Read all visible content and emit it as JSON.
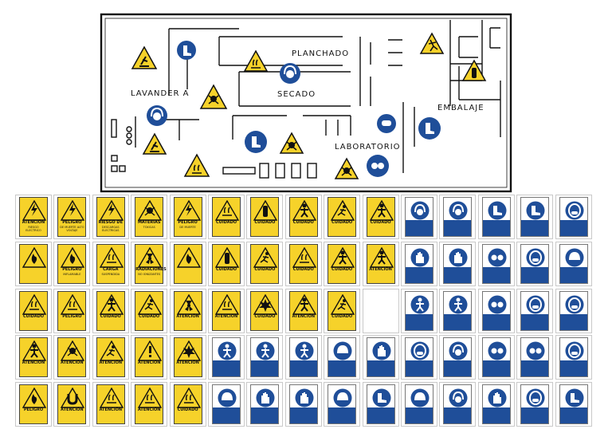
{
  "floor_plan": {
    "rooms": {
      "lavanderia": "LAVANDER A",
      "planchado": "PLANCHADO",
      "secado": "SECADO",
      "embalaje": "EMBALAJE",
      "laboratorio": "LABORATORIO"
    },
    "signs": [
      {
        "kind": "warning",
        "icon": "slippery-floor-icon"
      },
      {
        "kind": "mandatory",
        "icon": "safety-boots-icon"
      },
      {
        "kind": "warning",
        "icon": "hot-surface-icon"
      },
      {
        "kind": "mandatory",
        "icon": "ear-protection-icon"
      },
      {
        "kind": "warning",
        "icon": "toxic-icon"
      },
      {
        "kind": "warning",
        "icon": "falling-person-icon"
      },
      {
        "kind": "warning",
        "icon": "gas-cylinder-icon"
      },
      {
        "kind": "mandatory",
        "icon": "ear-protection-icon"
      },
      {
        "kind": "warning",
        "icon": "slippery-floor-icon"
      },
      {
        "kind": "warning",
        "icon": "hot-surface-icon"
      },
      {
        "kind": "mandatory",
        "icon": "safety-boots-icon"
      },
      {
        "kind": "warning",
        "icon": "toxic-icon"
      },
      {
        "kind": "mandatory",
        "icon": "face-mask-icon"
      },
      {
        "kind": "mandatory",
        "icon": "safety-boots-icon"
      },
      {
        "kind": "warning",
        "icon": "toxic-icon"
      },
      {
        "kind": "mandatory",
        "icon": "goggles-icon"
      }
    ]
  },
  "colors": {
    "warning_yellow": "#f6d22a",
    "mandatory_blue": "#1f4e99",
    "wall": "#111111"
  },
  "sign_rows": [
    [
      {
        "kind": "warning",
        "title": "ATENCIÓN",
        "sub": "RIESGO ELECTRICO",
        "icon": "electric-icon"
      },
      {
        "kind": "warning",
        "title": "PELIGRO",
        "sub": "DE MUERTE ALTO VOLTAJE",
        "icon": "electric-icon"
      },
      {
        "kind": "warning",
        "title": "RIESGO DE",
        "sub": "DESCARGAS ELECTRICAS",
        "icon": "electric-icon"
      },
      {
        "kind": "warning",
        "title": "MATERIAS",
        "sub": "TOXICAS",
        "icon": "toxic-icon"
      },
      {
        "kind": "warning",
        "title": "PELIGRO",
        "sub": "DE MUERTE",
        "icon": "electric-icon"
      },
      {
        "kind": "warning",
        "title": "CUIDADO",
        "sub": "",
        "icon": "hot-surface-icon"
      },
      {
        "kind": "warning",
        "title": "CUIDADO",
        "sub": "",
        "icon": "gas-cylinder-icon"
      },
      {
        "kind": "warning",
        "title": "CUIDADO",
        "sub": "",
        "icon": "falling-person-icon"
      },
      {
        "kind": "warning",
        "title": "CUIDADO",
        "sub": "",
        "icon": "slippery-floor-icon"
      },
      {
        "kind": "warning",
        "title": "CUIDADO",
        "sub": "",
        "icon": "falling-person-icon"
      },
      {
        "kind": "mandatory",
        "title": "",
        "sub": "",
        "icon": "ear-protection-icon"
      },
      {
        "kind": "mandatory",
        "title": "",
        "sub": "",
        "icon": "ear-protection-icon"
      },
      {
        "kind": "mandatory",
        "title": "",
        "sub": "",
        "icon": "safety-boots-icon"
      },
      {
        "kind": "mandatory",
        "title": "",
        "sub": "",
        "icon": "safety-boots-icon"
      },
      {
        "kind": "mandatory",
        "title": "",
        "sub": "",
        "icon": "face-shield-icon"
      }
    ],
    [
      {
        "kind": "warning",
        "title": "",
        "sub": "",
        "icon": "flame-icon"
      },
      {
        "kind": "warning",
        "title": "PELIGRO",
        "sub": "INFLAMABLE",
        "icon": "flame-icon"
      },
      {
        "kind": "warning",
        "title": "CARGA",
        "sub": "SUSPENDIDA",
        "icon": "suspended-load-icon"
      },
      {
        "kind": "warning",
        "title": "RADIACIONES",
        "sub": "NO IONIZANTES",
        "icon": "radiation-icon"
      },
      {
        "kind": "warning",
        "title": "",
        "sub": "",
        "icon": "flame-icon"
      },
      {
        "kind": "warning",
        "title": "CUIDADO",
        "sub": "",
        "icon": "gas-cylinder-icon"
      },
      {
        "kind": "warning",
        "title": "CUIDADO",
        "sub": "",
        "icon": "dog-icon"
      },
      {
        "kind": "warning",
        "title": "CUIDADO",
        "sub": "",
        "icon": "cutting-icon"
      },
      {
        "kind": "warning",
        "title": "CUIDADO",
        "sub": "",
        "icon": "workers-icon"
      },
      {
        "kind": "warning",
        "title": "ATENCIÓN",
        "sub": "",
        "icon": "falling-person-icon"
      },
      {
        "kind": "mandatory",
        "title": "",
        "sub": "",
        "icon": "gloves-icon"
      },
      {
        "kind": "mandatory",
        "title": "",
        "sub": "",
        "icon": "gloves-icon"
      },
      {
        "kind": "mandatory",
        "title": "",
        "sub": "",
        "icon": "goggles-icon"
      },
      {
        "kind": "mandatory",
        "title": "",
        "sub": "",
        "icon": "face-mask-icon"
      },
      {
        "kind": "mandatory",
        "title": "",
        "sub": "",
        "icon": "helmet-icon"
      }
    ],
    [
      {
        "kind": "warning",
        "title": "CUIDADO",
        "sub": "",
        "icon": "hot-surface-icon"
      },
      {
        "kind": "warning",
        "title": "PELIGRO",
        "sub": "",
        "icon": "corrosive-icon"
      },
      {
        "kind": "warning",
        "title": "CUIDADO",
        "sub": "",
        "icon": "workers-icon"
      },
      {
        "kind": "warning",
        "title": "CUIDADO",
        "sub": "",
        "icon": "slippery-floor-icon"
      },
      {
        "kind": "warning",
        "title": "ATENCIÓN",
        "sub": "",
        "icon": "radiation-icon"
      },
      {
        "kind": "warning",
        "title": "ATENCION",
        "sub": "",
        "icon": "cutting-icon"
      },
      {
        "kind": "warning",
        "title": "CUIDADO",
        "sub": "",
        "icon": "explosive-icon"
      },
      {
        "kind": "warning",
        "title": "ATENCIÓN",
        "sub": "",
        "icon": "falling-person-icon"
      },
      {
        "kind": "warning",
        "title": "CUIDADO",
        "sub": "",
        "icon": "slippery-floor-icon"
      },
      {
        "kind": "blank",
        "title": "",
        "sub": "",
        "icon": ""
      },
      {
        "kind": "mandatory",
        "title": "",
        "sub": "",
        "icon": "person-icon"
      },
      {
        "kind": "mandatory",
        "title": "",
        "sub": "",
        "icon": "coverall-icon"
      },
      {
        "kind": "mandatory",
        "title": "",
        "sub": "",
        "icon": "goggles-icon"
      },
      {
        "kind": "mandatory",
        "title": "",
        "sub": "",
        "icon": "face-mask-icon"
      },
      {
        "kind": "mandatory",
        "title": "",
        "sub": "",
        "icon": "face-mask-icon"
      }
    ],
    [
      {
        "kind": "warning",
        "title": "ATENCIÓN",
        "sub": "",
        "icon": "falling-person-icon"
      },
      {
        "kind": "warning",
        "title": "ATENCIÓN",
        "sub": "",
        "icon": "biohazard-icon"
      },
      {
        "kind": "warning",
        "title": "ATENCIÓN",
        "sub": "",
        "icon": "cold-icon"
      },
      {
        "kind": "warning",
        "title": "ATENCIÓN",
        "sub": "",
        "icon": "exclamation-icon"
      },
      {
        "kind": "warning",
        "title": "ATENCIÓN",
        "sub": "",
        "icon": "explosive-icon"
      },
      {
        "kind": "mandatory",
        "title": "",
        "sub": "",
        "icon": "coverall-icon"
      },
      {
        "kind": "mandatory",
        "title": "",
        "sub": "",
        "icon": "apron-icon"
      },
      {
        "kind": "mandatory",
        "title": "",
        "sub": "",
        "icon": "apron-icon"
      },
      {
        "kind": "mandatory",
        "title": "",
        "sub": "",
        "icon": "head-icon"
      },
      {
        "kind": "mandatory",
        "title": "",
        "sub": "",
        "icon": "hand-wash-icon"
      },
      {
        "kind": "mandatory",
        "title": "",
        "sub": "",
        "icon": "face-mask-icon"
      },
      {
        "kind": "mandatory",
        "title": "",
        "sub": "",
        "icon": "ear-protection-icon"
      },
      {
        "kind": "mandatory",
        "title": "",
        "sub": "",
        "icon": "goggles-icon"
      },
      {
        "kind": "mandatory",
        "title": "",
        "sub": "",
        "icon": "goggles-icon"
      },
      {
        "kind": "mandatory",
        "title": "",
        "sub": "",
        "icon": "face-shield-icon"
      }
    ],
    [
      {
        "kind": "warning",
        "title": "PELIGRO",
        "sub": "",
        "icon": "flame-icon"
      },
      {
        "kind": "warning",
        "title": "ATENCIÓN",
        "sub": "",
        "icon": "magnet-icon"
      },
      {
        "kind": "warning",
        "title": "ATENCIÓN",
        "sub": "",
        "icon": "laser-icon"
      },
      {
        "kind": "warning",
        "title": "ATENCIÓN",
        "sub": "",
        "icon": "laser-icon"
      },
      {
        "kind": "warning",
        "title": "CUIDADO",
        "sub": "",
        "icon": "hot-surface-icon"
      },
      {
        "kind": "mandatory",
        "title": "",
        "sub": "",
        "icon": "hair-net-icon"
      },
      {
        "kind": "mandatory",
        "title": "",
        "sub": "",
        "icon": "gloves-icon"
      },
      {
        "kind": "mandatory",
        "title": "",
        "sub": "",
        "icon": "gloves-icon"
      },
      {
        "kind": "mandatory",
        "title": "",
        "sub": "",
        "icon": "helmet-icon"
      },
      {
        "kind": "mandatory",
        "title": "",
        "sub": "",
        "icon": "shoe-cover-icon"
      },
      {
        "kind": "mandatory",
        "title": "",
        "sub": "",
        "icon": "helmet-icon"
      },
      {
        "kind": "mandatory",
        "title": "",
        "sub": "",
        "icon": "ear-protection-icon"
      },
      {
        "kind": "mandatory",
        "title": "",
        "sub": "",
        "icon": "hand-wash-icon"
      },
      {
        "kind": "mandatory",
        "title": "",
        "sub": "",
        "icon": "face-mask-icon"
      },
      {
        "kind": "mandatory",
        "title": "",
        "sub": "",
        "icon": "shoe-cover-icon"
      }
    ]
  ]
}
